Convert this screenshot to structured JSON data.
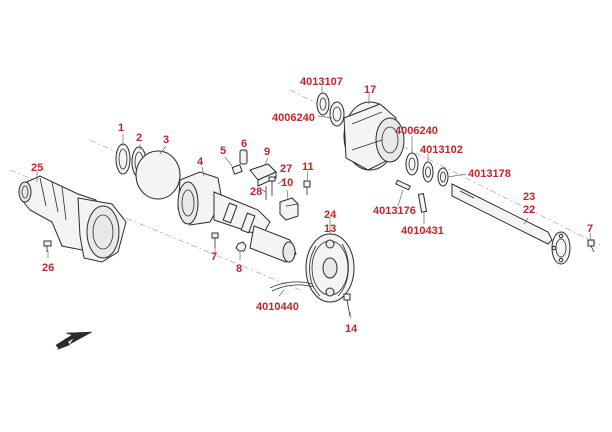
{
  "callouts": {
    "c_1": "1",
    "c_2": "2",
    "c_3": "3",
    "c_4": "4",
    "c_5": "5",
    "c_6": "6",
    "c_7a": "7",
    "c_7b": "7",
    "c_8": "8",
    "c_9": "9",
    "c_10": "10",
    "c_11": "11",
    "c_13": "13",
    "c_14": "14",
    "c_17": "17",
    "c_22": "22",
    "c_23": "23",
    "c_24": "24",
    "c_25": "25",
    "c_26": "26",
    "c_27": "27",
    "c_28": "28",
    "c_4013107": "4013107",
    "c_4006240a": "4006240",
    "c_4006240b": "4006240",
    "c_4013102": "4013102",
    "c_4013178": "4013178",
    "c_4013176": "4013176",
    "c_4010431": "4010431",
    "c_4010440": "4010440"
  },
  "colors": {
    "label": "#c0262a",
    "line": "#2b2b2b"
  },
  "icons": {
    "direction": "front-direction-arrow-icon"
  }
}
